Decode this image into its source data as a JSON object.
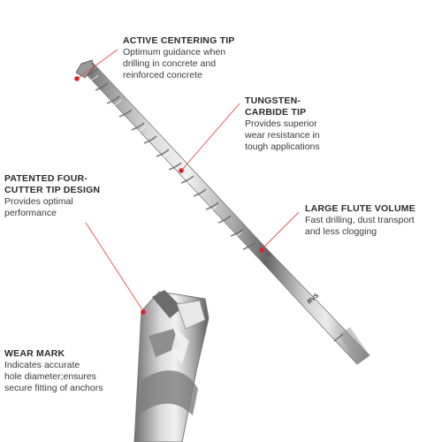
{
  "callouts": {
    "centering": {
      "title": "ACTIVE CENTERING TIP",
      "desc_lines": [
        "Optimum guidance when",
        "drilling in concrete and",
        "reinforced concrete"
      ]
    },
    "tungsten": {
      "title_lines": [
        "TUNGSTEN-",
        "CARBIDE TIP"
      ],
      "desc_lines": [
        "Provides superior",
        "wear resistance in",
        "tough applications"
      ]
    },
    "fourcutter": {
      "title_lines": [
        "PATENTED FOUR-",
        "CUTTER TIP DESIGN"
      ],
      "desc_lines": [
        "Provides optimal",
        "performance"
      ]
    },
    "flute": {
      "title": "LARGE FLUTE VOLUME",
      "desc_lines": [
        "Fast drilling, dust transport",
        "and less clogging"
      ]
    },
    "wear": {
      "title": "WEAR MARK",
      "desc_lines": [
        "Indicates accurate",
        "hole diameter;ensures",
        "secure fitting of anchors"
      ]
    }
  },
  "shank_mark": "RVS",
  "colors": {
    "leader_line": "#e0504c",
    "marker_dot": "#d8232a",
    "text": "#2a2a2a"
  },
  "icons": {
    "drill_bit": "sds-plus-drill-bit-image",
    "tip_closeup": "four-cutter-tip-closeup-image"
  }
}
